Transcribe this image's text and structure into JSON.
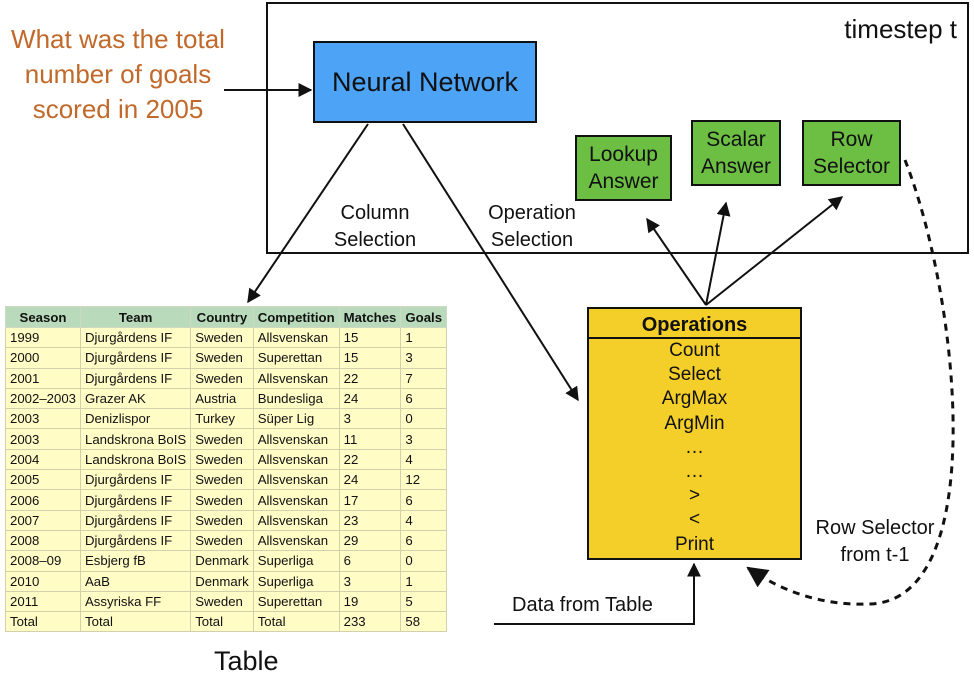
{
  "question": "What was the total number of goals scored in 2005",
  "timestep_label": "timestep t",
  "neural_network": "Neural Network",
  "outputs": {
    "lookup": "Lookup Answer",
    "scalar": "Scalar Answer",
    "row_selector": "Row Selector"
  },
  "edge_labels": {
    "column_selection": "Column Selection",
    "operation_selection": "Operation Selection",
    "data_from_table": "Data from Table",
    "row_selector_prev": "Row Selector from t-1"
  },
  "operations": {
    "title": "Operations",
    "items": [
      "Count",
      "Select",
      "ArgMax",
      "ArgMin",
      "…",
      "…",
      ">",
      "<",
      "Print"
    ]
  },
  "table": {
    "caption": "Table",
    "headers": [
      "Season",
      "Team",
      "Country",
      "Competition",
      "Matches",
      "Goals"
    ],
    "rows": [
      [
        "1999",
        "Djurgårdens IF",
        "Sweden",
        "Allsvenskan",
        "15",
        "1"
      ],
      [
        "2000",
        "Djurgårdens IF",
        "Sweden",
        "Superettan",
        "15",
        "3"
      ],
      [
        "2001",
        "Djurgårdens IF",
        "Sweden",
        "Allsvenskan",
        "22",
        "7"
      ],
      [
        "2002–2003",
        "Grazer AK",
        "Austria",
        "Bundesliga",
        "24",
        "6"
      ],
      [
        "2003",
        "Denizlispor",
        "Turkey",
        "Süper Lig",
        "3",
        "0"
      ],
      [
        "2003",
        "Landskrona BoIS",
        "Sweden",
        "Allsvenskan",
        "11",
        "3"
      ],
      [
        "2004",
        "Landskrona BoIS",
        "Sweden",
        "Allsvenskan",
        "22",
        "4"
      ],
      [
        "2005",
        "Djurgårdens IF",
        "Sweden",
        "Allsvenskan",
        "24",
        "12"
      ],
      [
        "2006",
        "Djurgårdens IF",
        "Sweden",
        "Allsvenskan",
        "17",
        "6"
      ],
      [
        "2007",
        "Djurgårdens IF",
        "Sweden",
        "Allsvenskan",
        "23",
        "4"
      ],
      [
        "2008",
        "Djurgårdens IF",
        "Sweden",
        "Allsvenskan",
        "29",
        "6"
      ],
      [
        "2008–09",
        "Esbjerg fB",
        "Denmark",
        "Superliga",
        "6",
        "0"
      ],
      [
        "2010",
        "AaB",
        "Denmark",
        "Superliga",
        "3",
        "1"
      ],
      [
        "2011",
        "Assyriska FF",
        "Sweden",
        "Superettan",
        "19",
        "5"
      ],
      [
        "Total",
        "Total",
        "Total",
        "Total",
        "233",
        "58"
      ]
    ]
  },
  "colors": {
    "question": "#c0692a",
    "neural_network": "#4da3f5",
    "output_boxes": "#6cbf43",
    "operations": "#f4cf2a",
    "table_header": "#b9dbbb",
    "table_cell": "#fffcc6"
  }
}
